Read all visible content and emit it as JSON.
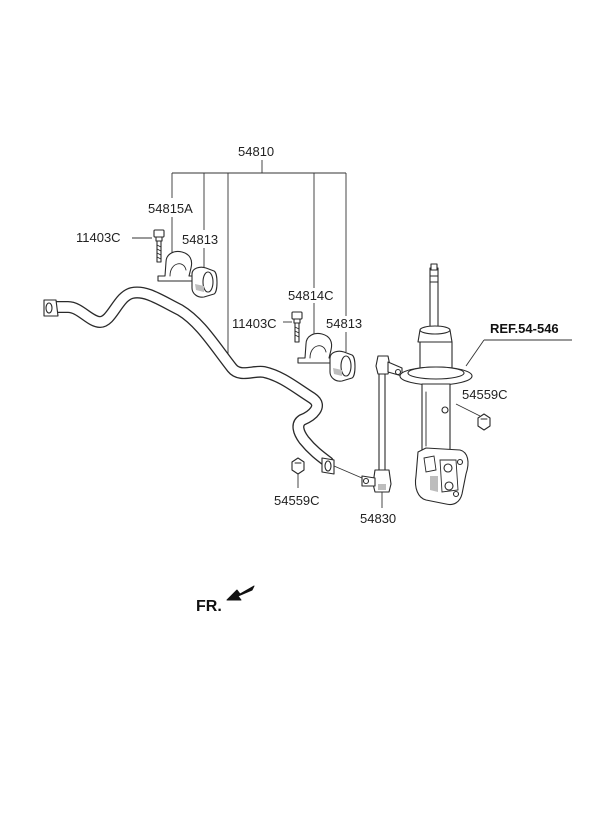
{
  "diagram": {
    "callouts": {
      "stabilizer_assembly": "54810",
      "bracket_left": "54815A",
      "bolt_left": "11403C",
      "bushing_left": "54813",
      "bracket_right": "54814C",
      "bolt_right": "11403C",
      "bushing_right": "54813",
      "nut_upper": "54559C",
      "nut_lower": "54559C",
      "link": "54830",
      "strut_reference": "REF.54-546"
    },
    "direction": {
      "label": "FR.",
      "arrow_icon": "front-direction-arrow-icon"
    },
    "colors": {
      "line": "#2a2a2a",
      "text": "#222222",
      "background": "#ffffff"
    }
  }
}
